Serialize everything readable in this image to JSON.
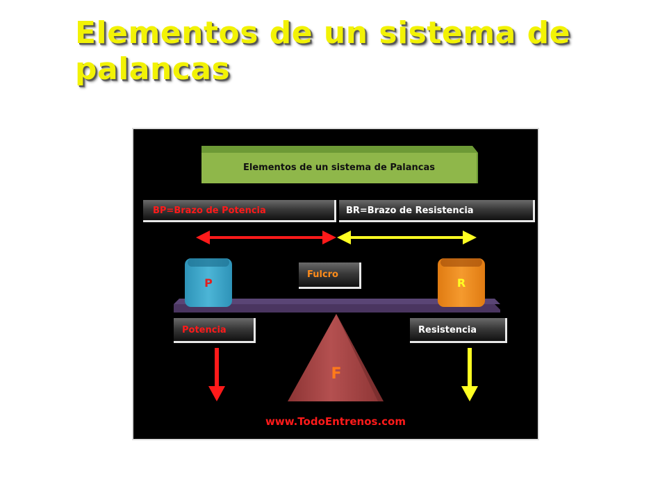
{
  "slide": {
    "title": "Elementos de un sistema de palancas"
  },
  "diagram": {
    "header": "Elementos de un sistema de Palancas",
    "bp_label": "BP=Brazo de Potencia",
    "br_label": "BR=Brazo de Resistencia",
    "fulcro_label": "Fulcro",
    "potencia_label": "Potencia",
    "resistencia_label": "Resistencia",
    "p_block": "P",
    "r_block": "R",
    "f_block": "F",
    "website": "www.TodoEntrenos.com",
    "colors": {
      "potencia": "#ff1a1a",
      "resistencia": "#ffff22",
      "p_block": "#3aa7c9",
      "r_block": "#f08a1c",
      "fulcrum": "#a84444",
      "beam": "#4a3560",
      "header": "#8fb74a"
    }
  }
}
